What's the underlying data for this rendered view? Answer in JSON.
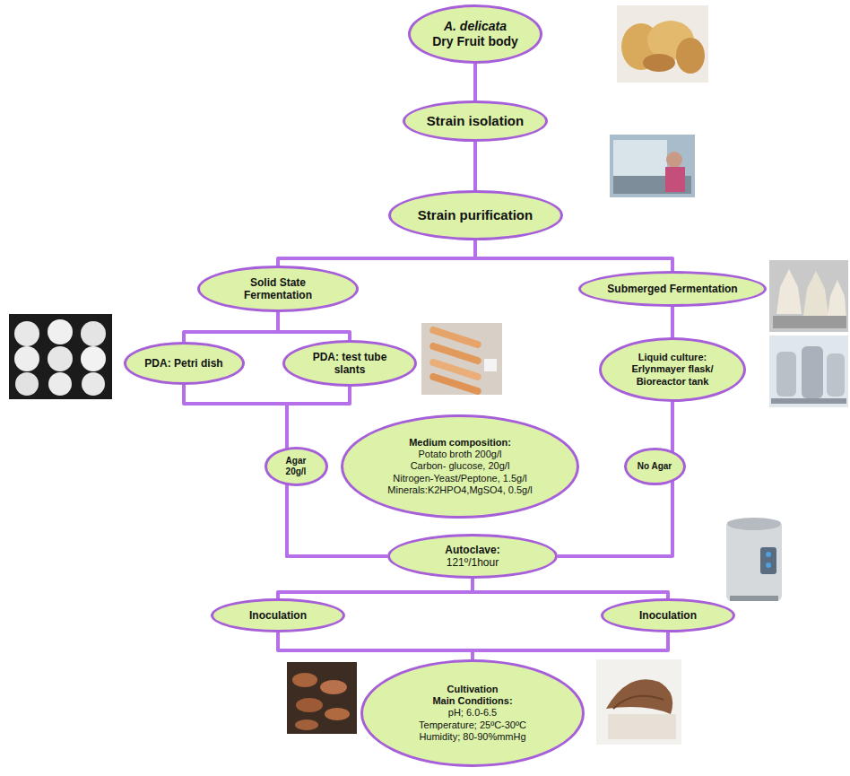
{
  "diagram": {
    "nodes": [
      {
        "text": [
          "A. delicata",
          "Dry Fruit body"
        ]
      },
      {
        "text": [
          "Strain isolation"
        ]
      },
      {
        "text": [
          "Strain purification"
        ]
      },
      {
        "text": [
          "Solid State Fermentation"
        ]
      },
      {
        "text": [
          "Submerged Fermentation"
        ]
      },
      {
        "text": [
          "PDA: Petri dish"
        ]
      },
      {
        "text": [
          "PDA: test tube slants"
        ]
      },
      {
        "text": [
          "Liquid culture: Erlynmayer flask/ Bioreactor tank"
        ]
      },
      {
        "text": [
          "Agar 20g/l"
        ]
      },
      {
        "text": [
          "Medium composition:",
          "Potato broth 200g/l",
          "Carbon- glucose, 20g/l",
          "Nitrogen-Yeast/Peptone, 1.5g/l",
          "Minerals:K2HPO4,MgSO4, 0.5g/l"
        ]
      },
      {
        "text": [
          "No Agar"
        ]
      },
      {
        "text": [
          "Autoclave:",
          "121º/1hour"
        ]
      },
      {
        "text": [
          "Inoculation"
        ]
      },
      {
        "text": [
          "Inoculation"
        ]
      },
      {
        "text": [
          "Cultivation",
          "Main Conditions:",
          "pH; 6.0-6.5",
          "Temperature; 25ºC-30ºC",
          "Humidity; 80-90%mmHg"
        ]
      }
    ],
    "edges": [
      {
        "from": 0,
        "to": 1,
        "arrow": "none"
      },
      {
        "from": 1,
        "to": 2,
        "arrow": "none"
      },
      {
        "from": 2,
        "to": 3,
        "arrow": "none"
      },
      {
        "from": 2,
        "to": 4,
        "arrow": "none"
      },
      {
        "from": 3,
        "to": 5,
        "arrow": "none"
      },
      {
        "from": 3,
        "to": 6,
        "arrow": "none"
      },
      {
        "from": 4,
        "to": 7,
        "arrow": "none"
      },
      {
        "from": 5,
        "to": 11,
        "arrow": "none"
      },
      {
        "from": 6,
        "to": 11,
        "arrow": "none"
      },
      {
        "from": 7,
        "to": 11,
        "arrow": "none"
      },
      {
        "from": 11,
        "to": 12,
        "arrow": "none"
      },
      {
        "from": 11,
        "to": 13,
        "arrow": "none"
      },
      {
        "from": 12,
        "to": 14,
        "arrow": "none"
      },
      {
        "from": 13,
        "to": 14,
        "arrow": "none"
      }
    ]
  }
}
